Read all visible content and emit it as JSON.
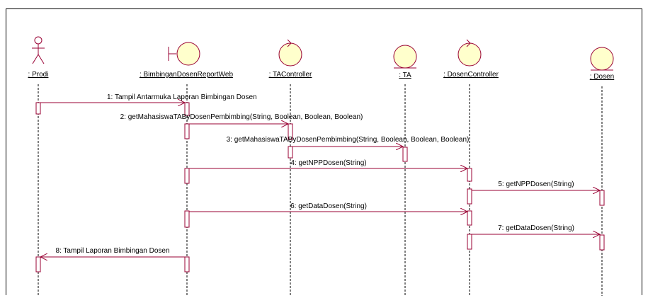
{
  "lifelines": [
    {
      "id": "prodi",
      "kind": "actor",
      "name": ": Prodi"
    },
    {
      "id": "web",
      "kind": "boundary",
      "name": ": BimbinganDosenReportWeb"
    },
    {
      "id": "tactl",
      "kind": "control",
      "name": ": TAController"
    },
    {
      "id": "ta",
      "kind": "entity",
      "name": ": TA"
    },
    {
      "id": "dosenctl",
      "kind": "control",
      "name": ": DosenController"
    },
    {
      "id": "dosen",
      "kind": "entity",
      "name": ": Dosen"
    }
  ],
  "messages": [
    {
      "from": "prodi",
      "to": "web",
      "label": "1: Tampil Antarmuka Laporan Bimbingan Dosen"
    },
    {
      "from": "web",
      "to": "tactl",
      "label": "2: getMahasiswaTAByDosenPembimbing(String, Boolean, Boolean, Boolean)"
    },
    {
      "from": "tactl",
      "to": "ta",
      "label": "3: getMahasiswaTAByDosenPembimbing(String, Boolean, Boolean, Boolean)"
    },
    {
      "from": "web",
      "to": "dosenctl",
      "label": "4: getNPPDosen(String)"
    },
    {
      "from": "dosenctl",
      "to": "dosen",
      "label": "5: getNPPDosen(String)"
    },
    {
      "from": "web",
      "to": "dosenctl",
      "label": "6: getDataDosen(String)"
    },
    {
      "from": "dosenctl",
      "to": "dosen",
      "label": "7: getDataDosen(String)"
    },
    {
      "from": "web",
      "to": "prodi",
      "label": "8: Tampil Laporan Bimbingan Dosen"
    }
  ],
  "colors": {
    "icon_fill": "#ffffcc",
    "icon_stroke": "#990033",
    "message_line": "#990033",
    "lifeline": "#000000",
    "activation_fill": "#ffffff"
  }
}
